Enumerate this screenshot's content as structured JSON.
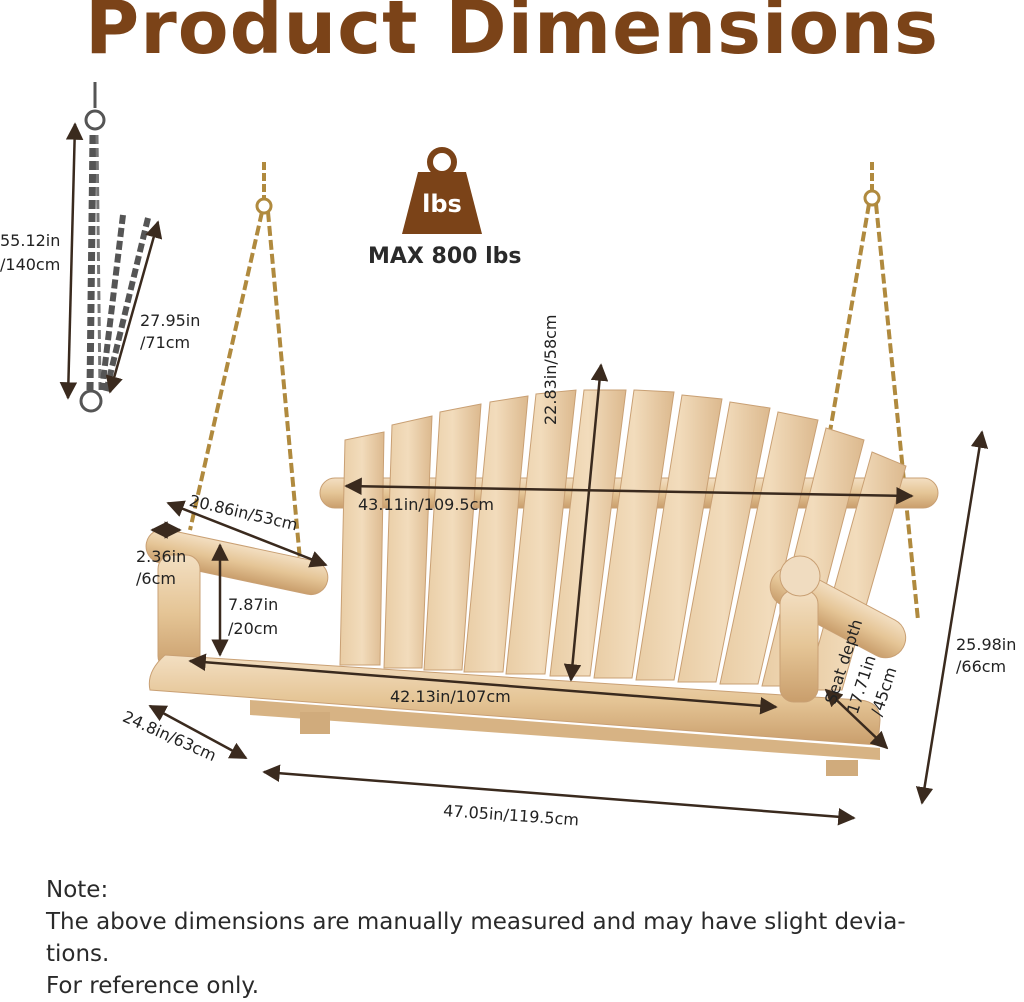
{
  "title": "Product Dimensions",
  "weight": {
    "icon": "weight-icon",
    "unit": "lbs",
    "max": "MAX 800 lbs",
    "color": "#7b4318"
  },
  "dimensions": {
    "chain_total_in": "55.12in",
    "chain_total_cm": "/140cm",
    "chain_short_in": "27.95in",
    "chain_short_cm": "/71cm",
    "back_height": "22.83in/58cm",
    "back_width": "43.11in/109.5cm",
    "armrest_length": "20.86in/53cm",
    "arm_dia_in": "2.36in",
    "arm_dia_cm": "/6cm",
    "arm_height_in": "7.87in",
    "arm_height_cm": "/20cm",
    "seat_width": "42.13in/107cm",
    "seat_depth_label": "Seat depth",
    "seat_depth_value": "17.71in",
    "seat_depth_cm": "/45cm",
    "total_depth": "24.8in/63cm",
    "total_width": "47.05in/119.5cm",
    "total_height_in": "25.98in",
    "total_height_cm": "/66cm"
  },
  "note": {
    "heading": "Note:",
    "line1": "The above dimensions are manually measured and may have slight devia-",
    "line2": "tions.",
    "line3": "For reference only."
  },
  "colors": {
    "title": "#7b4318",
    "wood": "#e8c9a0",
    "wood_dark": "#c9a074",
    "chain_gold": "#b08a3e",
    "chain_gray": "#555555",
    "arrow": "#3a2a1e"
  }
}
